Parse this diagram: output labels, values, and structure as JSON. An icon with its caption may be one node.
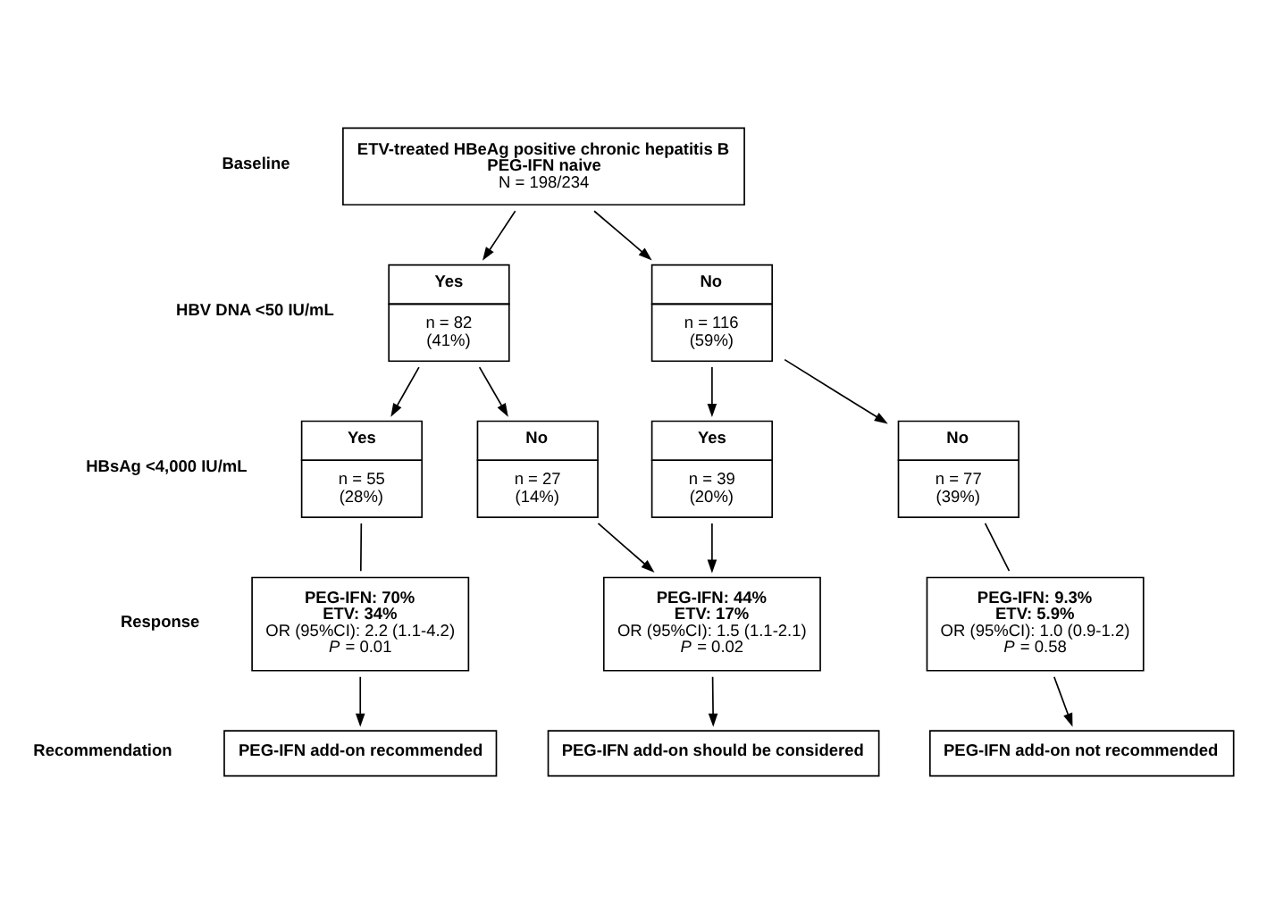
{
  "diagram": {
    "nodes": [
      {
        "text": [
          "ETV-treated HBeAg positive chronic hepatitis B",
          "PEG-IFN naive",
          "N = 198/234"
        ]
      },
      {
        "text": [
          "Yes",
          "n = 82",
          "(41%)"
        ]
      },
      {
        "text": [
          "No",
          "n = 116",
          "(59%)"
        ]
      },
      {
        "text": [
          "Yes",
          "n = 55",
          "(28%)"
        ]
      },
      {
        "text": [
          "No",
          "n = 27",
          "(14%)"
        ]
      },
      {
        "text": [
          "Yes",
          "n = 39",
          "(20%)"
        ]
      },
      {
        "text": [
          "No",
          "n = 77",
          "(39%)"
        ]
      },
      {
        "text": [
          "PEG-IFN: 70%",
          "ETV: 34%",
          "OR (95%CI): 2.2 (1.1-4.2)",
          "*P* = 0.01"
        ]
      },
      {
        "text": [
          "PEG-IFN: 44%",
          "ETV: 17%",
          "OR (95%CI): 1.5 (1.1-2.1)",
          "*P* = 0.02"
        ]
      },
      {
        "text": [
          "PEG-IFN: 9.3%",
          "ETV: 5.9%",
          "OR (95%CI): 1.0 (0.9-1.2)",
          "*P* = 0.58"
        ]
      },
      {
        "text": [
          "PEG-IFN add-on recommended"
        ]
      },
      {
        "text": [
          "PEG-IFN add-on should be considered"
        ]
      },
      {
        "text": [
          "PEG-IFN add-on not recommended"
        ]
      }
    ],
    "edges": [
      {
        "from": 0,
        "to": 1,
        "arrow": "to"
      },
      {
        "from": 0,
        "to": 2,
        "arrow": "to"
      },
      {
        "from": 1,
        "to": 3,
        "arrow": "to"
      },
      {
        "from": 1,
        "to": 4,
        "arrow": "to"
      },
      {
        "from": 2,
        "to": 5,
        "arrow": "to"
      },
      {
        "from": 2,
        "to": 6,
        "arrow": "to"
      },
      {
        "from": 3,
        "to": 7,
        "arrow": "none"
      },
      {
        "from": 4,
        "to": 8,
        "arrow": "to"
      },
      {
        "from": 5,
        "to": 8,
        "arrow": "to"
      },
      {
        "from": 6,
        "to": 9,
        "arrow": "none"
      },
      {
        "from": 7,
        "to": 10,
        "arrow": "to"
      },
      {
        "from": 8,
        "to": 11,
        "arrow": "to"
      },
      {
        "from": 9,
        "to": 12,
        "arrow": "to"
      }
    ],
    "labels": [
      "Baseline",
      "HBV DNA <50 IU/mL",
      "HBsAg <4,000 IU/mL",
      "Response",
      "Recommendation"
    ]
  }
}
